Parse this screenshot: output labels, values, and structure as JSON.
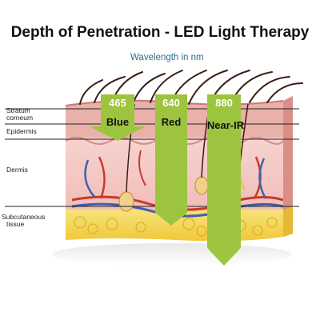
{
  "title": "Depth of Penetration - LED Light Therapy",
  "subtitle": "Wavelength in nm",
  "layers": [
    {
      "line1": "Stratum",
      "line2": "corneum"
    },
    {
      "line1": "Epidermis",
      "line2": ""
    },
    {
      "line1": "Dermis",
      "line2": ""
    },
    {
      "line1": "Subcutaneous",
      "line2": "tissue"
    }
  ],
  "arrows": [
    {
      "wavelength": "465",
      "name": "Blue",
      "color": "#9dc43f"
    },
    {
      "wavelength": "640",
      "name": "Red",
      "color": "#9dc43f"
    },
    {
      "wavelength": "880",
      "name": "Near-IR",
      "color": "#9dc43f"
    }
  ],
  "colors": {
    "skin_top": "#e9a6a0",
    "dermis": "#f3c9c6",
    "fat": "#f4d44a",
    "hair": "#3a1f14",
    "vein": "#3f5fb0",
    "artery": "#c83a2a",
    "arrow": "#9dc43f"
  }
}
